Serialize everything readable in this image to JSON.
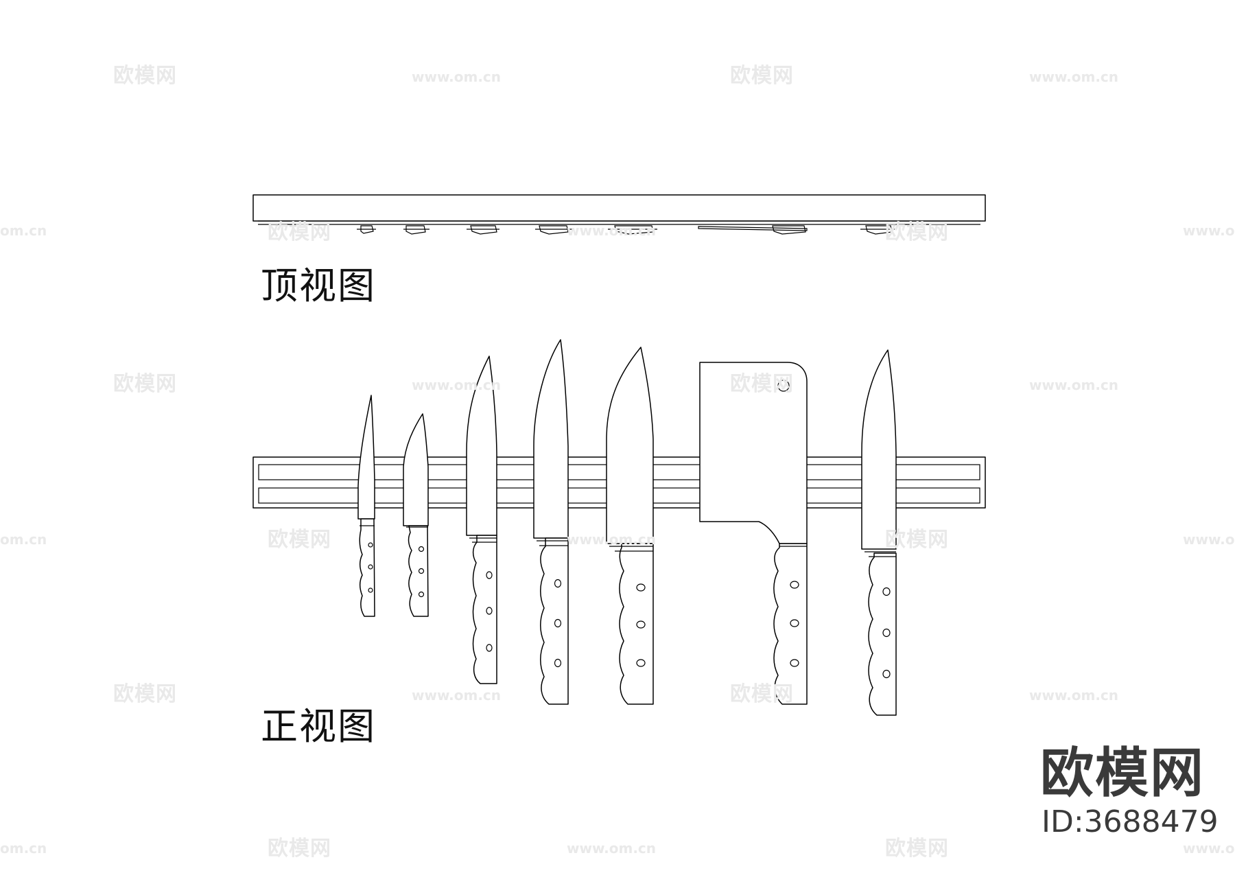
{
  "labels": {
    "top_view": "顶视图",
    "front_view": "正视图"
  },
  "watermark": {
    "brand": "欧模网",
    "url": "www.om.cn",
    "partial_url": "om.cn"
  },
  "brand_logo": {
    "text": "欧模网",
    "id_text": "ID:3688479"
  },
  "knives": [
    {
      "type": "paring-knife"
    },
    {
      "type": "utility-knife"
    },
    {
      "type": "slicing-knife"
    },
    {
      "type": "chef-knife"
    },
    {
      "type": "santoku-knife"
    },
    {
      "type": "cleaver"
    },
    {
      "type": "carving-knife"
    }
  ],
  "colors": {
    "line": "#000000",
    "watermark": "#e9e9e9",
    "brand": "#3a3a3a"
  }
}
